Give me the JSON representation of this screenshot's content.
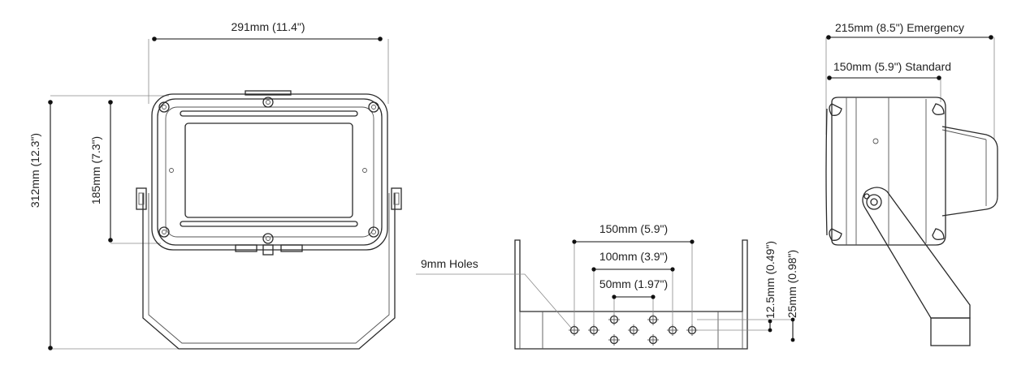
{
  "front_view": {
    "width_label": "291mm (11.4\")",
    "height_label": "312mm (12.3\")",
    "inner_height_label": "185mm (7.3\")"
  },
  "bracket_view": {
    "holes_label": "9mm Holes",
    "span_150_label": "150mm (5.9\")",
    "span_100_label": "100mm (3.9\")",
    "span_50_label": "50mm (1.97\")",
    "offset_12_5_label": "12.5mm (0.49\")",
    "offset_25_label": "25mm (0.98\")"
  },
  "side_view": {
    "emergency_label": "215mm (8.5\") Emergency",
    "standard_label": "150mm (5.9\") Standard"
  }
}
